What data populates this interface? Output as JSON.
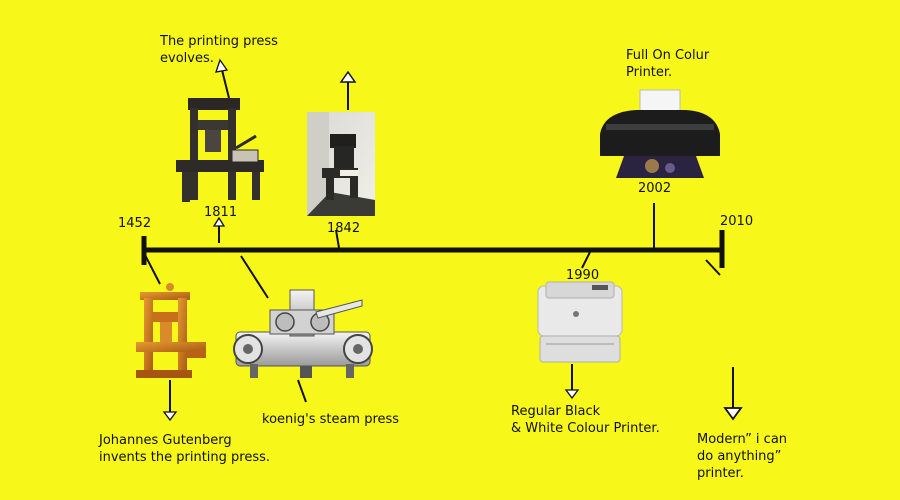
{
  "timeline": {
    "accent_color": "#f7f71a",
    "line_color": "#111111",
    "start_year": "1452",
    "end_year": "2010",
    "events": [
      {
        "year": "1452",
        "caption": "Johannes Gutenberg\ninvents the printing press.",
        "icon": "gutenberg-wooden-press"
      },
      {
        "year": "1811",
        "caption": "The printing press\nevolves.",
        "icon": "iron-hand-press"
      },
      {
        "year": "1842",
        "caption": "",
        "icon": "early-mechanical-press-photo"
      },
      {
        "year": "1842",
        "caption": "koenig's steam press",
        "icon": "koenig-steam-press"
      },
      {
        "year": "1990",
        "caption": "Regular Black\n& White Colour Printer.",
        "icon": "laser-printer"
      },
      {
        "year": "2002",
        "caption": "Full On Colur\nPrinter.",
        "icon": "color-inkjet-printer"
      },
      {
        "year": "2010",
        "caption": "Modern” i can\ndo anything”\nprinter.",
        "icon": "modern-printer"
      }
    ]
  }
}
